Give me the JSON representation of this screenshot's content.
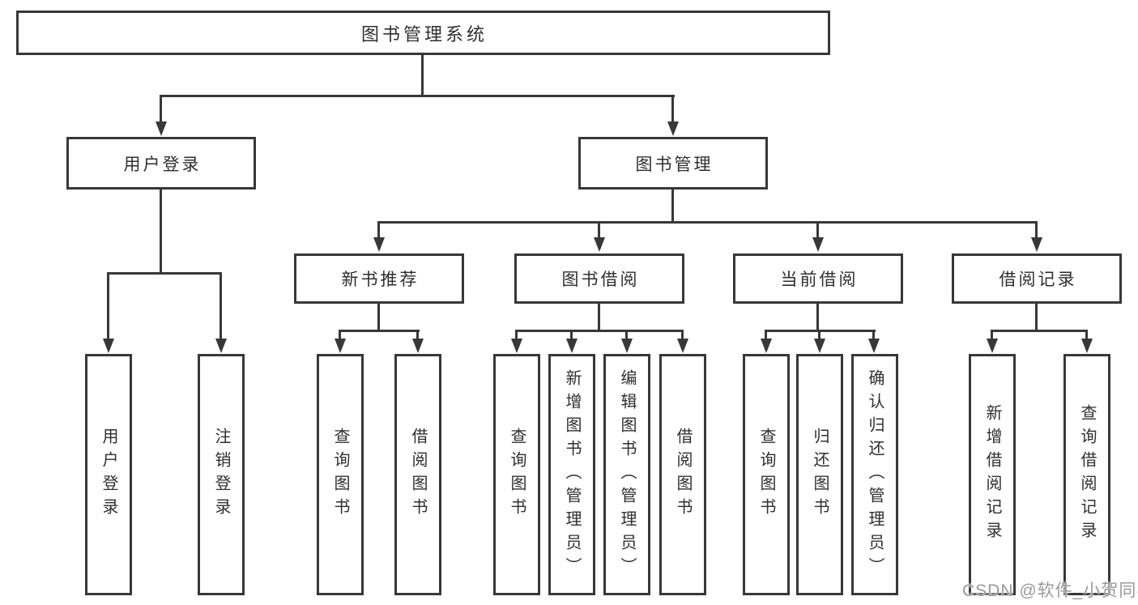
{
  "colors": {
    "line": "#383838",
    "text": "#2f2f2f",
    "background": "#ffffff",
    "watermark": "#9a9a9a"
  },
  "watermark": {
    "text": "CSDN @软件_小贺同学"
  },
  "tree": {
    "label": "图书管理系统",
    "children": [
      {
        "label": "用户登录",
        "children": [
          {
            "label": "用户登录"
          },
          {
            "label": "注销登录"
          }
        ]
      },
      {
        "label": "图书管理",
        "children": [
          {
            "label": "新书推荐",
            "children": [
              {
                "label": "查询图书"
              },
              {
                "label": "借阅图书"
              }
            ]
          },
          {
            "label": "图书借阅",
            "children": [
              {
                "label": "查询图书"
              },
              {
                "label": "新增图书（管理员）"
              },
              {
                "label": "编辑图书（管理员）"
              },
              {
                "label": "借阅图书"
              }
            ]
          },
          {
            "label": "当前借阅",
            "children": [
              {
                "label": "查询图书"
              },
              {
                "label": "归还图书"
              },
              {
                "label": "确认归还（管理员）"
              }
            ]
          },
          {
            "label": "借阅记录",
            "children": [
              {
                "label": "新增借阅记录"
              },
              {
                "label": "查询借阅记录"
              }
            ]
          }
        ]
      }
    ]
  }
}
